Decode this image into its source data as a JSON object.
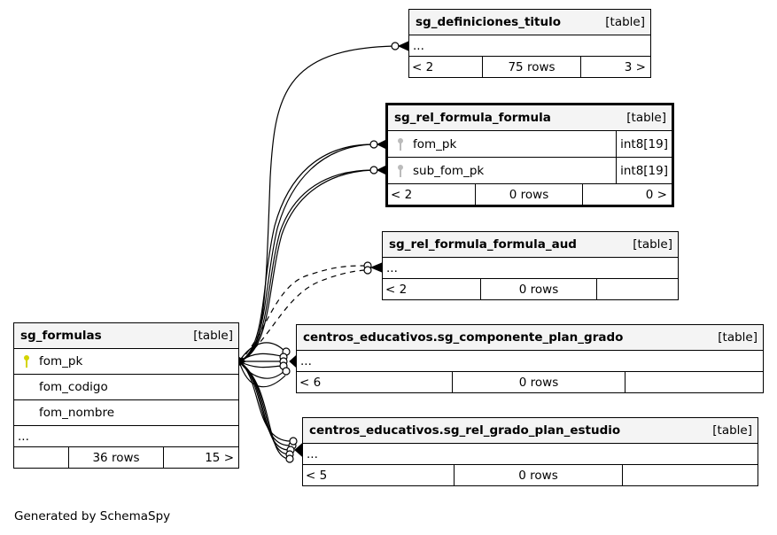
{
  "footer_text": "Generated by SchemaSpy",
  "colors": {
    "primary_key": "#d4d400",
    "foreign_key": "#bbbbbb",
    "header_bg": "#f4f4f4",
    "line": "#000000"
  },
  "tables": {
    "sg_definiciones_titulo": {
      "name": "sg_definiciones_titulo",
      "kind": "[table]",
      "more": "...",
      "parents": "< 2",
      "rows": "75 rows",
      "children": "3 >"
    },
    "sg_rel_formula_formula": {
      "name": "sg_rel_formula_formula",
      "kind": "[table]",
      "columns": [
        {
          "name": "fom_pk",
          "type": "int8[19]",
          "icon": "foreign-key-icon"
        },
        {
          "name": "sub_fom_pk",
          "type": "int8[19]",
          "icon": "foreign-key-icon"
        }
      ],
      "parents": "< 2",
      "rows": "0 rows",
      "children": "0 >"
    },
    "sg_rel_formula_formula_aud": {
      "name": "sg_rel_formula_formula_aud",
      "kind": "[table]",
      "more": "...",
      "parents": "< 2",
      "rows": "0 rows",
      "children": ""
    },
    "sg_formulas": {
      "name": "sg_formulas",
      "kind": "[table]",
      "columns": [
        {
          "name": "fom_pk",
          "icon": "primary-key-icon"
        },
        {
          "name": "fom_codigo",
          "icon": ""
        },
        {
          "name": "fom_nombre",
          "icon": ""
        }
      ],
      "more": "...",
      "parents": "",
      "rows": "36 rows",
      "children": "15 >"
    },
    "sg_componente_plan_grado": {
      "name": "centros_educativos.sg_componente_plan_grado",
      "kind": "[table]",
      "more": "...",
      "parents": "< 6",
      "rows": "0 rows",
      "children": ""
    },
    "sg_rel_grado_plan_estudio": {
      "name": "centros_educativos.sg_rel_grado_plan_estudio",
      "kind": "[table]",
      "more": "...",
      "parents": "< 5",
      "rows": "0 rows",
      "children": ""
    }
  }
}
